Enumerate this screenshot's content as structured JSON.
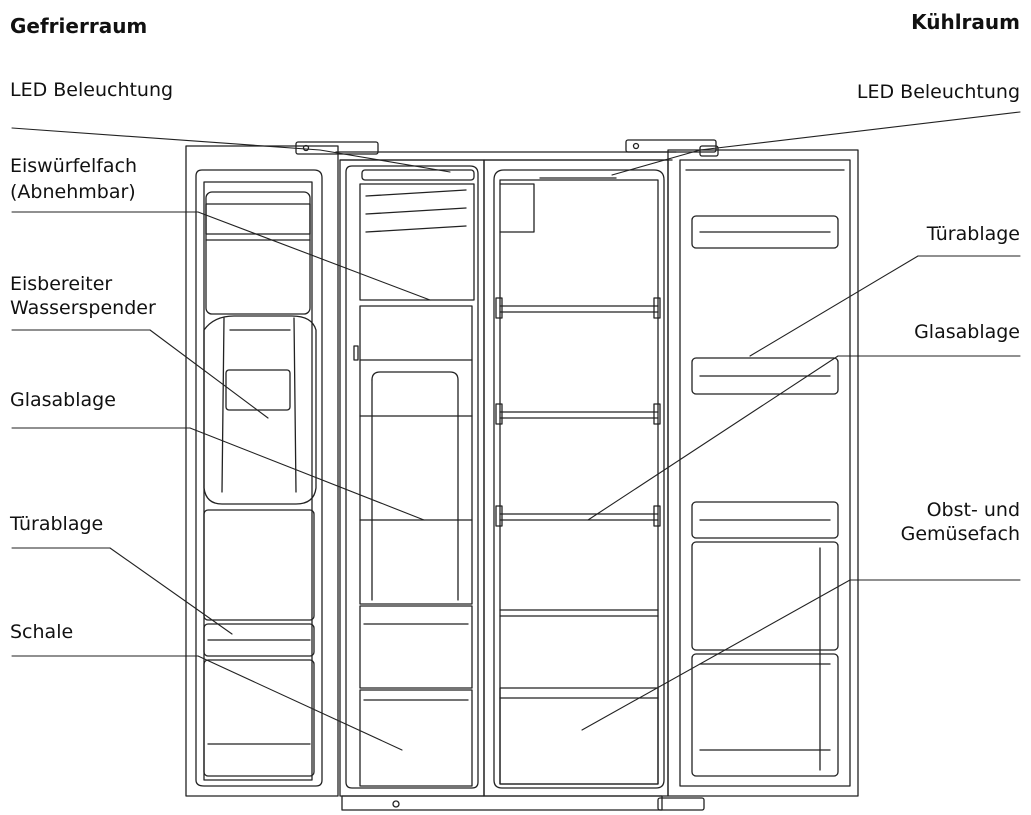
{
  "headings": {
    "freezer": "Gefrierraum",
    "fridge": "Kühlraum"
  },
  "left_labels": {
    "led": "LED Beleuchtung",
    "ice_tray_1": "Eiswürfelfach",
    "ice_tray_2": "(Abnehmbar)",
    "ice_maker_1": "Eisbereiter",
    "ice_maker_2": "Wasserspender",
    "glass_shelf": "Glasablage",
    "door_shelf": "Türablage",
    "tray": "Schale"
  },
  "right_labels": {
    "led": "LED Beleuchtung",
    "door_shelf": "Türablage",
    "glass_shelf": "Glasablage",
    "crisper_1": "Obst- und",
    "crisper_2": "Gemüsefach"
  },
  "colors": {
    "line": "#222222",
    "text": "#111111",
    "background": "#ffffff"
  }
}
